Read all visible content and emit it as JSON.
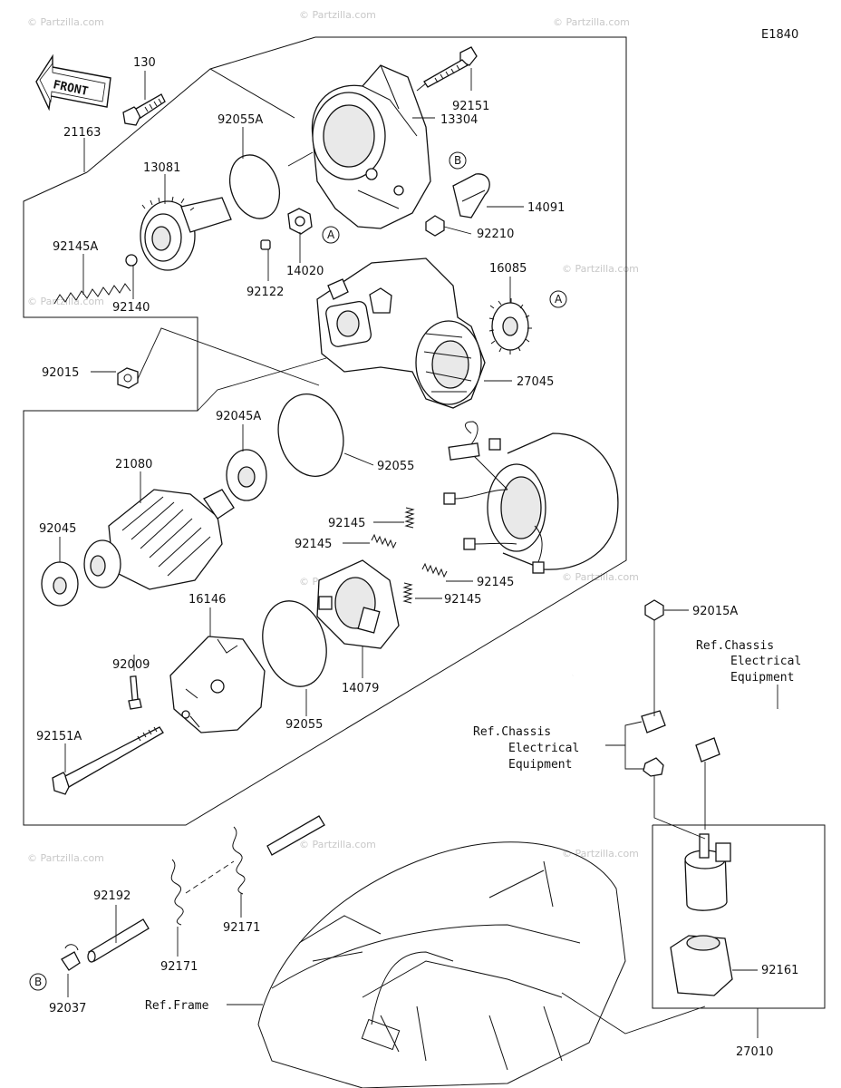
{
  "diagram_code": "E1840",
  "front_label": "FRONT",
  "callouts": [
    "A",
    "B"
  ],
  "parts": [
    {
      "id": "p130",
      "number": "130"
    },
    {
      "id": "p21163",
      "number": "21163"
    },
    {
      "id": "p92055A",
      "number": "92055A"
    },
    {
      "id": "p13081",
      "number": "13081"
    },
    {
      "id": "p92145A",
      "number": "92145A"
    },
    {
      "id": "p92140",
      "number": "92140"
    },
    {
      "id": "p92122",
      "number": "92122"
    },
    {
      "id": "p14020",
      "number": "14020"
    },
    {
      "id": "p92151",
      "number": "92151"
    },
    {
      "id": "p13304",
      "number": "13304"
    },
    {
      "id": "p14091",
      "number": "14091"
    },
    {
      "id": "p92210",
      "number": "92210"
    },
    {
      "id": "p16085",
      "number": "16085"
    },
    {
      "id": "p27045",
      "number": "27045"
    },
    {
      "id": "p92015",
      "number": "92015"
    },
    {
      "id": "p92045A",
      "number": "92045A"
    },
    {
      "id": "p92055b",
      "number": "92055"
    },
    {
      "id": "p21080",
      "number": "21080"
    },
    {
      "id": "p92045",
      "number": "92045"
    },
    {
      "id": "p92145a",
      "number": "92145"
    },
    {
      "id": "p92145b",
      "number": "92145"
    },
    {
      "id": "p92145c",
      "number": "92145"
    },
    {
      "id": "p92145d",
      "number": "92145"
    },
    {
      "id": "p16146",
      "number": "16146"
    },
    {
      "id": "p92009",
      "number": "92009"
    },
    {
      "id": "p92055c",
      "number": "92055"
    },
    {
      "id": "p14079",
      "number": "14079"
    },
    {
      "id": "p92151A",
      "number": "92151A"
    },
    {
      "id": "p92015A",
      "number": "92015A"
    },
    {
      "id": "p92192",
      "number": "92192"
    },
    {
      "id": "p92171a",
      "number": "92171"
    },
    {
      "id": "p92171b",
      "number": "92171"
    },
    {
      "id": "p92037",
      "number": "92037"
    },
    {
      "id": "p92161",
      "number": "92161"
    },
    {
      "id": "p27010",
      "number": "27010"
    }
  ],
  "references": {
    "chassis_right": [
      "Ref.Chassis",
      "Electrical",
      "Equipment"
    ],
    "chassis_left": [
      "Ref.Chassis",
      "Electrical",
      "Equipment"
    ],
    "frame": "Ref.Frame"
  },
  "watermark": "© Partzilla.com"
}
